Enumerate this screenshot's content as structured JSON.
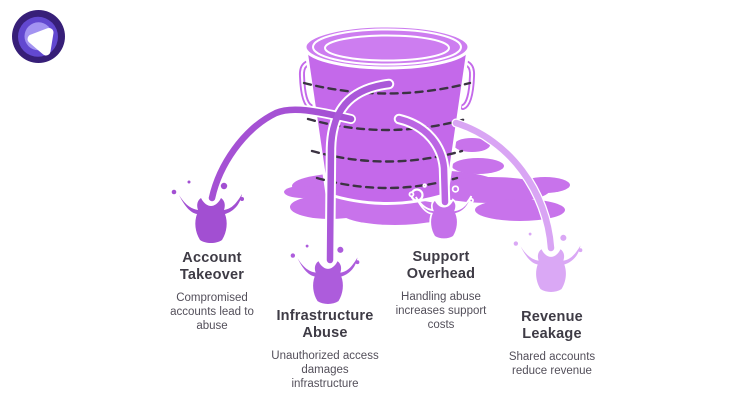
{
  "title": "Leaky bucket abuse-cost diagram",
  "colors": {
    "bucket": "#c469ea",
    "bucket_rim": "#cd7df0",
    "puddle": "#c873eb",
    "dash": "#3b3342",
    "stream_account": "#a551d4",
    "stream_infrastructure": "#aa58d9",
    "stream_support": "#bb65e4",
    "stream_revenue": "#d9a5f4",
    "splash_account": "#a24fd2",
    "splash_infrastructure": "#ad5cdc",
    "splash_support": "#c571ea",
    "splash_revenue": "#daa8f5",
    "heading_text": "#3e3b45",
    "body_text": "#534f5a",
    "logo_outer": "#371f78",
    "logo_mid": "#6248d0",
    "logo_inner": "#a393f1",
    "logo_core": "#ffffff"
  },
  "leaks": [
    {
      "title": "Account\nTakeover",
      "description": "Compromised\naccounts lead to\nabuse"
    },
    {
      "title": "Infrastructure\nAbuse",
      "description": "Unauthorized access\ndamages\ninfrastructure"
    },
    {
      "title": "Support\nOverhead",
      "description": "Handling abuse\nincreases support\ncosts"
    },
    {
      "title": "Revenue\nLeakage",
      "description": "Shared accounts\nreduce revenue"
    }
  ]
}
